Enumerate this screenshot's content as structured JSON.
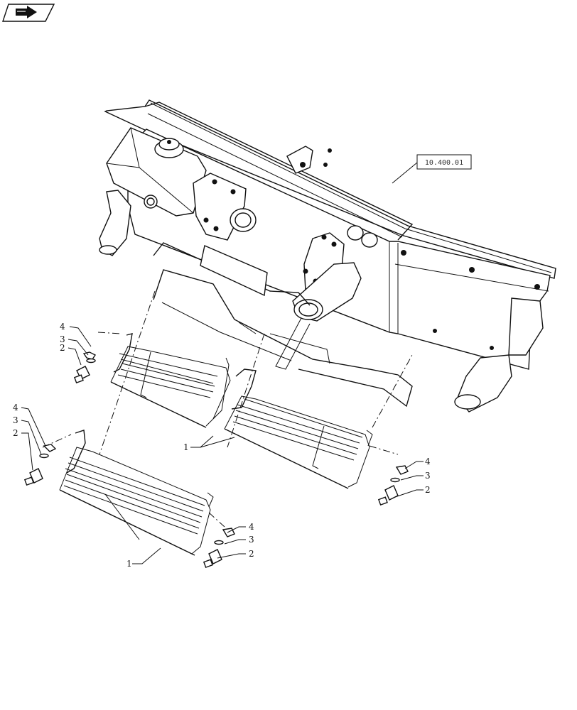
{
  "nav": {
    "icon": "back-arrow-icon"
  },
  "reference": {
    "label": "10.400.01"
  },
  "callouts": [
    {
      "label": "4"
    },
    {
      "label": "3"
    },
    {
      "label": "2"
    },
    {
      "label": "4"
    },
    {
      "label": "3"
    },
    {
      "label": "2"
    },
    {
      "label": "1"
    },
    {
      "label": "4"
    },
    {
      "label": "3"
    },
    {
      "label": "2"
    },
    {
      "label": "4"
    },
    {
      "label": "3"
    },
    {
      "label": "2"
    },
    {
      "label": "1"
    }
  ]
}
